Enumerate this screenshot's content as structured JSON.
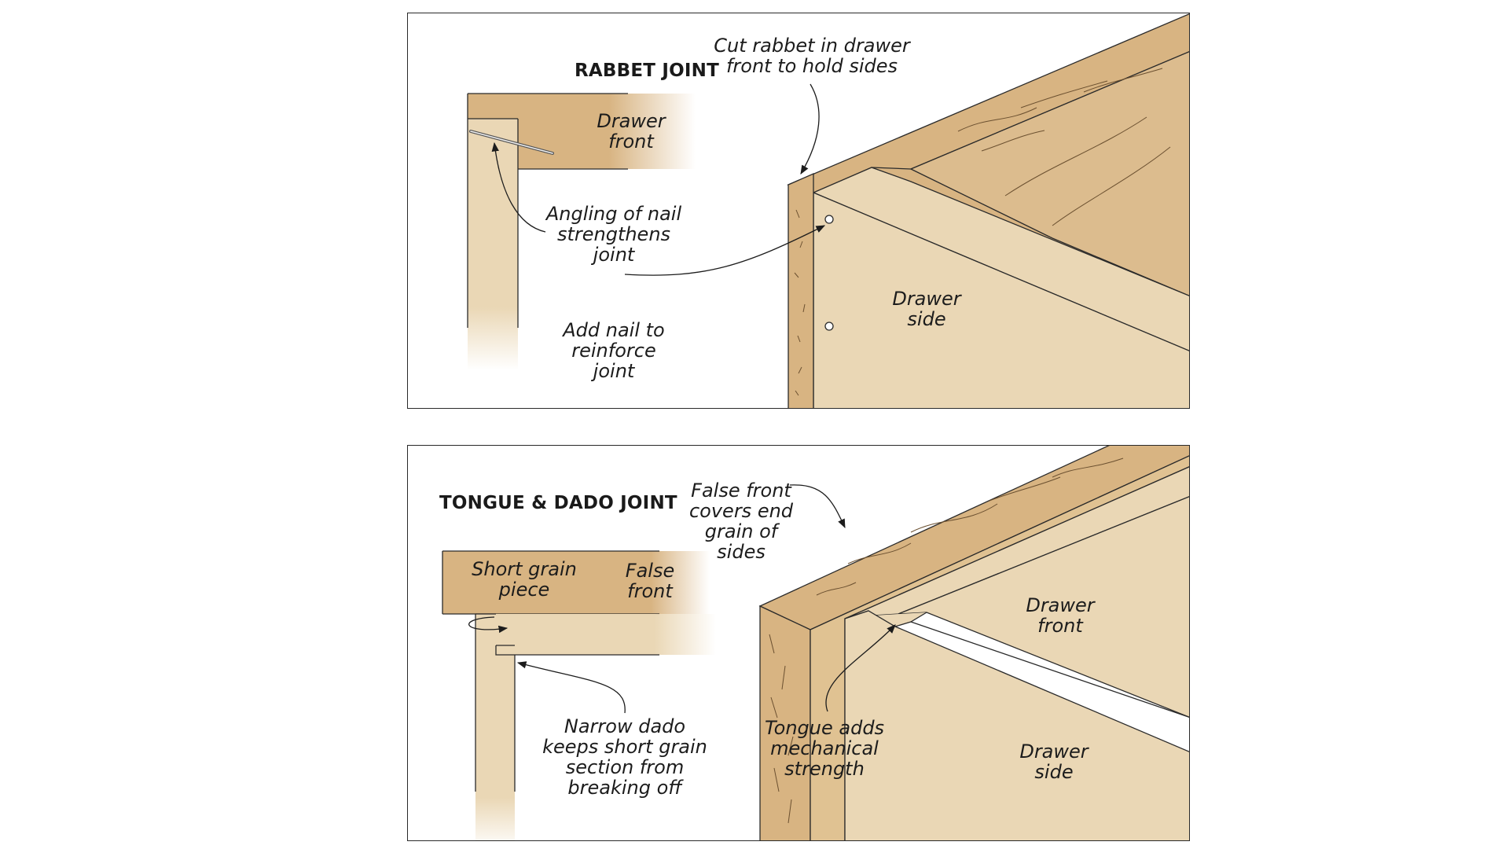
{
  "rabbet": {
    "title": "RABBET JOINT",
    "labels": {
      "cut_rabbet": "Cut rabbet in drawer\nfront to hold sides",
      "drawer_front": "Drawer\nfront",
      "angling_nail": "Angling of nail\nstrengthens\njoint",
      "add_nail": "Add nail to\nreinforce\njoint",
      "drawer_side": "Drawer\nside"
    }
  },
  "tongue_dado": {
    "title": "TONGUE & DADO JOINT",
    "labels": {
      "false_front_covers": "False front\ncovers end\ngrain of\nsides",
      "short_grain": "Short grain\npiece",
      "false_front": "False\nfront",
      "drawer_front": "Drawer\nfront",
      "narrow_dado": "Narrow dado\nkeeps short grain\nsection from\nbreaking off",
      "tongue_adds": "Tongue adds\nmechanical\nstrength",
      "drawer_side": "Drawer\nside"
    }
  },
  "colors": {
    "wood_dark": "#d8b482",
    "wood_light": "#ead7b5",
    "outline": "#2a2a2a"
  }
}
